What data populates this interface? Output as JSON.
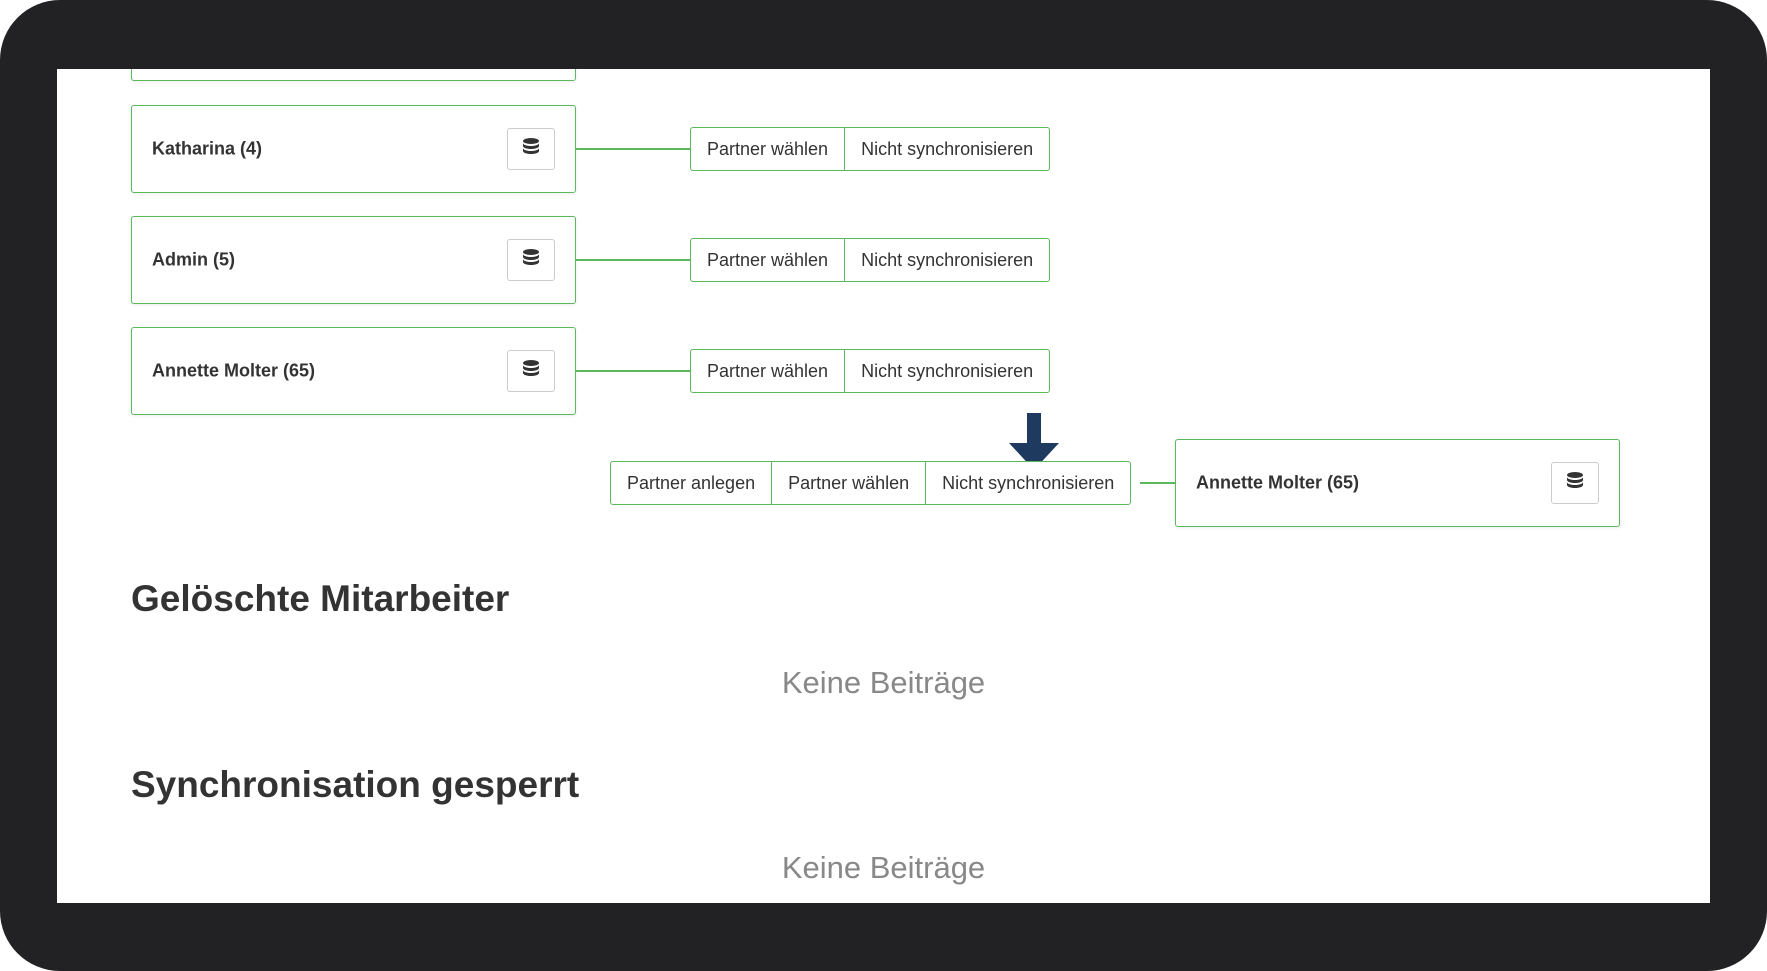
{
  "users": [
    {
      "name": ""
    },
    {
      "name": "Katharina (4)"
    },
    {
      "name": "Admin (5)"
    },
    {
      "name": "Annette Molter (65)"
    }
  ],
  "actions": {
    "choose_partner": "Partner wählen",
    "do_not_sync": "Nicht synchronisieren",
    "create_partner": "Partner anlegen"
  },
  "remote_user": {
    "name": "Annette Molter (65)"
  },
  "sections": [
    {
      "title": "Gelöschte Mitarbeiter",
      "empty": "Keine Beiträge"
    },
    {
      "title": "Synchronisation gesperrt",
      "empty": "Keine Beiträge"
    }
  ],
  "icons": {
    "database": "database-icon",
    "arrow": "arrow-down-icon"
  },
  "colors": {
    "accent": "#5cb85c",
    "arrow": "#1f3a5f",
    "frame": "#222123"
  }
}
